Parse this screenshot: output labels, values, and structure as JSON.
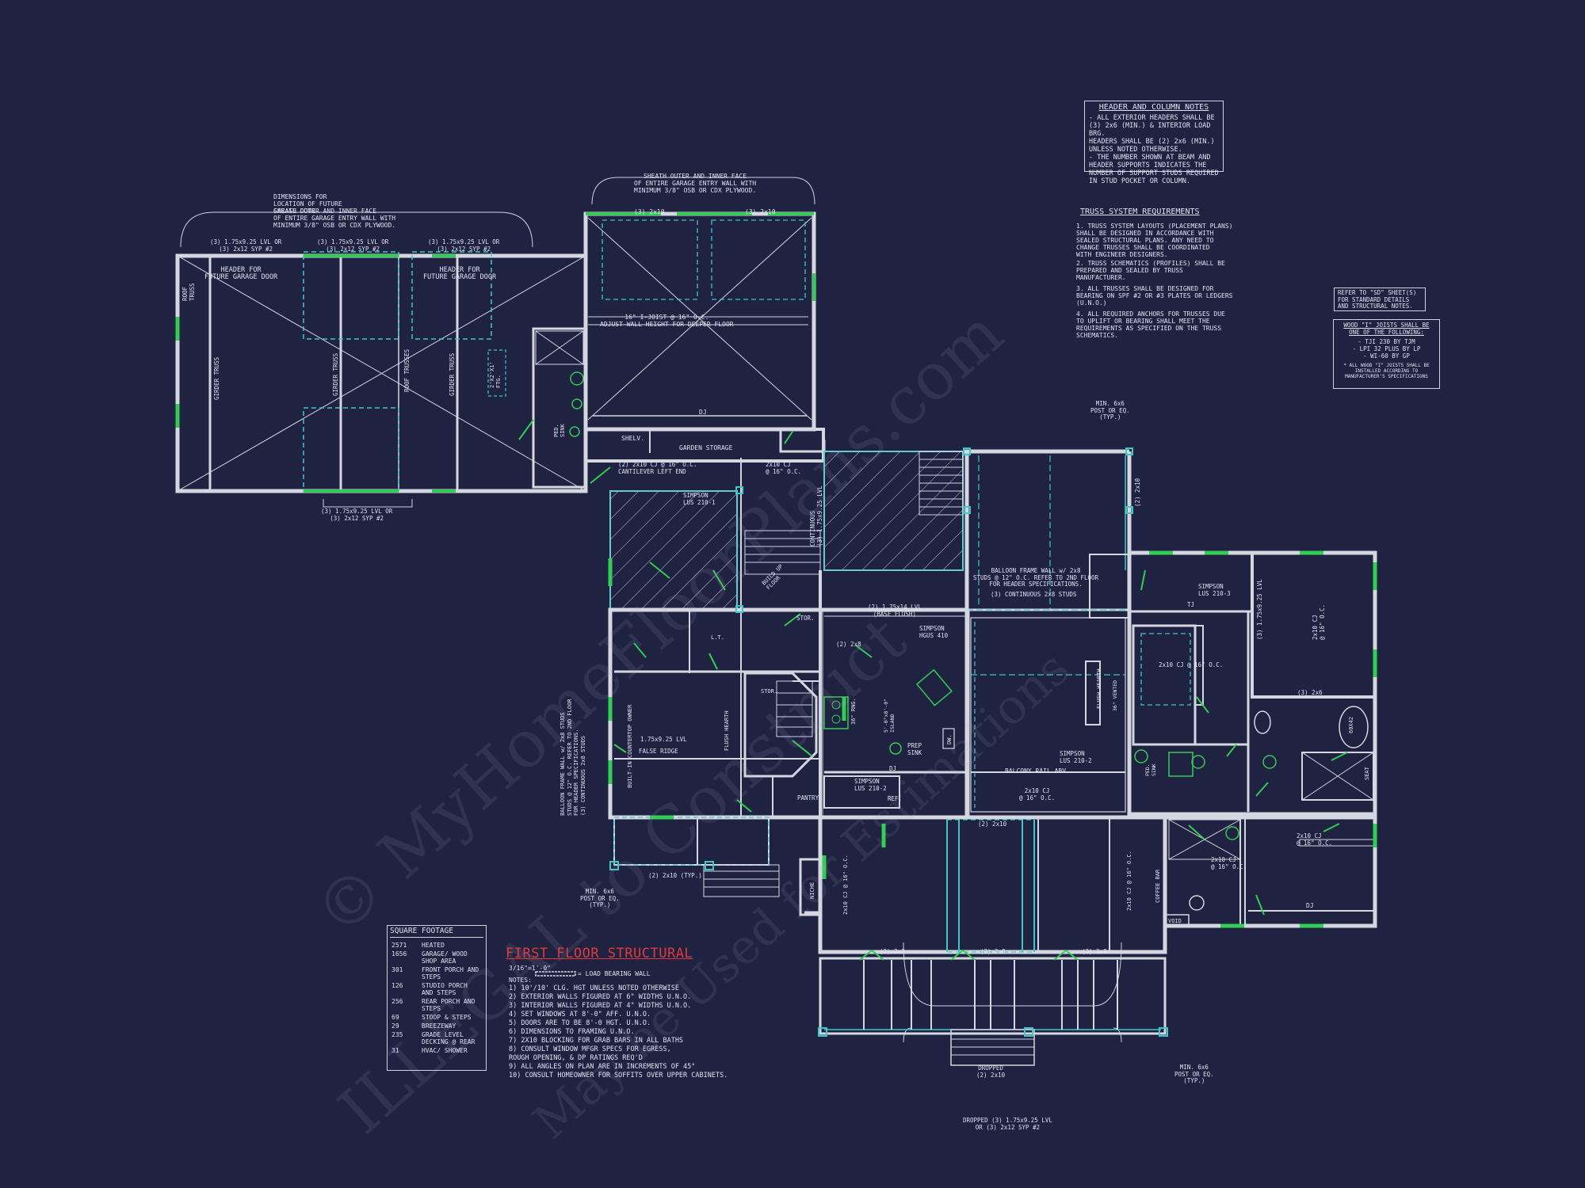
{
  "watermark": {
    "line1": "© MyHomeFloorPlans.com",
    "line2": "ILLEGAL to Construct",
    "line3": "May be Used for Estimations"
  },
  "header_notes": {
    "title": "HEADER AND COLUMN NOTES",
    "lines": [
      "- ALL EXTERIOR HEADERS SHALL BE",
      "(3) 2x6 (MIN.) & INTERIOR LOAD BRG.",
      "HEADERS SHALL BE (2) 2x6 (MIN.)",
      "UNLESS NOTED OTHERWISE.",
      "- THE NUMBER SHOWN AT BEAM AND",
      "HEADER SUPPORTS INDICATES THE",
      "NUMBER OF SUPPORT STUDS REQUIRED",
      "IN STUD POCKET OR COLUMN."
    ]
  },
  "truss_req": {
    "title": "TRUSS SYSTEM REQUIREMENTS",
    "items": [
      "1. TRUSS SYSTEM LAYOUTS (PLACEMENT PLANS)\nSHALL BE DESIGNED IN ACCORDANCE WITH\nSEALED STRUCTURAL PLANS. ANY NEED TO\nCHANGE TRUSSES SHALL BE COORDINATED\nWITH ENGINEER DESIGNERS.",
      "2. TRUSS SCHEMATICS (PROFILES) SHALL BE\nPREPARED AND SEALED BY TRUSS\nMANUFACTURER.",
      "3. ALL TRUSSES SHALL BE DESIGNED FOR\nBEARING ON SPF #2 OR #3 PLATES OR LEDGERS\n(U.N.O.)",
      "4. ALL REQUIRED ANCHORS FOR TRUSSES DUE\nTO UPLIFT OR BEARING SHALL MEET THE\nREQUIREMENTS AS SPECIFIED ON THE TRUSS\nSCHEMATICS."
    ]
  },
  "refer_note": "REFER TO \"SD\" SHEET(S)\nFOR STANDARD DETAILS\nAND STRUCTURAL NOTES.",
  "wood_joists": {
    "title": "WOOD \"I\" JOISTS SHALL BE\nONE OF THE FOLLOWING:",
    "items": [
      "- TJI 230 BY TJM",
      "- LPI 32 PLUS BY LP",
      "- WI-60 BY GP"
    ],
    "footer": "* ALL WOOD \"I\" JOISTS SHALL BE\nINSTALLED ACCORDING TO\nMANUFACTURER'S SPECIFICATIONS"
  },
  "square_footage": {
    "title": "SQUARE FOOTAGE",
    "rows": [
      {
        "value": "2571",
        "label": "HEATED"
      },
      {
        "value": "1656",
        "label": "GARAGE/ WOOD SHOP AREA"
      },
      {
        "value": "301",
        "label": "FRONT PORCH AND STEPS"
      },
      {
        "value": "126",
        "label": "STUDIO PORCH AND STEPS"
      },
      {
        "value": "256",
        "label": "REAR PORCH AND STEPS"
      },
      {
        "value": "69",
        "label": "STOOP & STEPS"
      },
      {
        "value": "29",
        "label": "BREEZEWAY"
      },
      {
        "value": "235",
        "label": "GRADE LEVEL DECKING @ REAR"
      },
      {
        "value": "31",
        "label": "HVAC/ SHOWER"
      }
    ]
  },
  "plan_title": "FIRST FLOOR STRUCTURAL",
  "scale": "3/16\"=1'-0\"",
  "legend_label": "= LOAD BEARING WALL",
  "notes_title": "NOTES:",
  "notes": [
    "1) 10'/10' CLG. HGT UNLESS NOTED OTHERWISE",
    "2) EXTERIOR WALLS FIGURED AT 6\" WIDTHS U.N.O.",
    "3) INTERIOR WALLS FIGURED AT 4\" WIDTHS U.N.O.",
    "4) SET WINDOWS AT 8'-0\" AFF. U.N.O.",
    "5) DOORS ARE TO BE 8'-0 HGT. U.N.O.",
    "6) DIMENSIONS TO FRAMING U.N.O.",
    "7) 2X10 BLOCKING FOR GRAB BARS IN ALL BATHS",
    "8) CONSULT WINDOW MFGR SPECS FOR EGRESS,",
    "   ROUGH OPENING, & DP RATINGS REQ'D",
    "9) ALL ANGLES ON PLAN ARE IN INCREMENTS OF 45°",
    "10) CONSULT HOMEOWNER FOR SOFFITS OVER UPPER CABINETS."
  ],
  "plan_labels": {
    "garage_dims_note": "DIMENSIONS FOR\nLOCATION OF FUTURE\nGARAGE DOOR",
    "garage_sheath": "SHEATH OUTER AND INNER FACE\nOF ENTIRE GARAGE ENTRY WALL WITH\nMINIMUM 3/8\" OSB OR CDX PLYWOOD.",
    "sheath_top": "SHEATH OUTER AND INNER FACE\nOF ENTIRE GARAGE ENTRY WALL WITH\nMINIMUM 3/8\" OSB OR CDX PLYWOOD.",
    "hdr_l1": "(3) 1.75x9.25 LVL OR\n(3) 2x12 SYP #2",
    "hdr_l2": "(3) 1.75x9.25 LVL OR\n(3) 2x12 SYP #2",
    "hdr_l3": "(3) 1.75x9.25 LVL OR\n(3) 2x12 SYP #2",
    "hdr_bottom": "(3) 1.75x9.25 LVL OR\n(3) 2x12 SYP #2",
    "header_door_1": "HEADER FOR\nFUTURE GARAGE DOOR",
    "header_door_2": "HEADER FOR\nFUTURE GARAGE DOOR",
    "roof_truss": "ROOF\nTRUSS",
    "girder_1": "GIRDER TRUSS",
    "girder_2": "GIRDER TRUSS",
    "girder_3": "GIRDER TRUSS",
    "roof_trusses": "ROOF TRUSSES",
    "ftg": "2'X2'X1'\nFTG.",
    "ped_sink": "PED.\nSINK",
    "top_2x10a": "(3) 2x10",
    "top_2x10b": "(3) 2x10",
    "ijoist": "16\" I-JOIST @ 16\" O.C.\nADJUST WALL HEIGHT FOR DEEPER FLOOR",
    "dj": "DJ",
    "shelv": "SHELV.",
    "garden_storage": "GARDEN STORAGE",
    "cantilever": "(2) 2x10 CJ @ 16\" O.C.\nCANTILEVER LEFT END",
    "cj_2x10_16": "2x10 CJ\n@ 16\" O.C.",
    "simpson_lus1": "SIMPSON\nLUS 210-1",
    "continuous_lvl": "CONTINUOUS\n(3) 1.75x9.25 LVL",
    "build_up": "BUILD UP\nFLOOR",
    "min_post_top": "MIN. 6x6\nPOST OR EQ.\n(TYP.)",
    "two_2x10_side": "(2) 2x10",
    "balloon_frame": "BALLOON FRAME WALL w/ 2x8\nSTUDS @ 12\" O.C. REFER TO 2ND FLOOR\nFOR HEADER SPECIFICATIONS.",
    "continuous_studs": "(3) CONTINUOUS 2x8 STUDS",
    "lvl_2x14": "(2) 1.75x14 LVL\n(BASE FLUSH)",
    "simpson_hgus": "SIMPSON\nHGUS 410",
    "simpson_lus3": "SIMPSON\nLUS 210-3",
    "simpson_lus2": "SIMPSON\nLUS 210-2",
    "simpson_lus2b": "SIMPSON\nLUS 210-2",
    "tj": "TJ",
    "cj_2x10_r": "2x10 CJ @ 16\" O.C.",
    "lvl_r": "(3) 1.75x9.25 LVL",
    "cj_2x10_r2": "2x10 CJ\n@ 16\" O.C.",
    "two_2x6": "(3) 2x6",
    "cj_2x10_rb": "2x10 CJ\n@ 16\" O.C.",
    "seat": "SEAT",
    "sixty_x42": "60X42",
    "flush_hearth": "FLUSH HEARTH",
    "two_2x8": "(2) 2x8",
    "prep_sink": "PREP\nSINK",
    "island": "5'-0\"x8'-0\"\nISLAND",
    "ref": "REF.",
    "dw": "DW.",
    "balcony": "BALCONY RAIL ABV.",
    "cj_2x10_bal": "2x10 CJ\n@ 16\" O.C.",
    "two_2x10_mid": "(2) 2x10",
    "two_2x10_typ": "(2) 2x10 (TYP.)",
    "min_post_left": "MIN. 6x6\nPOST OR EQ.\n(TYP.)",
    "min_post_right": "MIN. 6x6\nPOST OR EQ.\n(TYP.)",
    "pantry": "PANTRY",
    "stor1": "STOR.",
    "stor2": "STOR.",
    "lt": "L.T.",
    "false_ridge": "FALSE RIDGE",
    "lvl_false": "1.75x9.25 LVL",
    "countertop": "BUILT-IN COUNTERTOP OWNER",
    "balloon_left": "BALLOON FRAME WALL w/ 2x8 STUDS\nSTUDS @ 12\" O.C. REFER TO 2ND FLOOR\nFOR HEADER SPECIFICATIONS.\n(3) CONTINUOUS 2x8 STUDS",
    "niche": "NICHE",
    "coffee_bar": "COFFEE BAR",
    "void": "VOID",
    "ped_sink2": "PED.\nSINK",
    "three_2x8_a": "(3) 2x8",
    "three_2x8_b": "(3) 2x8",
    "three_2x8_c": "(3) 2x8",
    "dropped": "DROPPED\n(2) 2x10",
    "dropped_bottom": "DROPPED (3) 1.75x9.25 LVL\nOR (3) 2x12 SYP #2",
    "cj_2x10_front": "2x10 CJ @ 16\" O.C.",
    "cj_ven": "2x10 CJ\n@ 16\" O.C.",
    "flush_hearth2": "FLUSH HEARTH",
    "vented": "36\" VENTED",
    "hob_36": "36\" RNG."
  }
}
